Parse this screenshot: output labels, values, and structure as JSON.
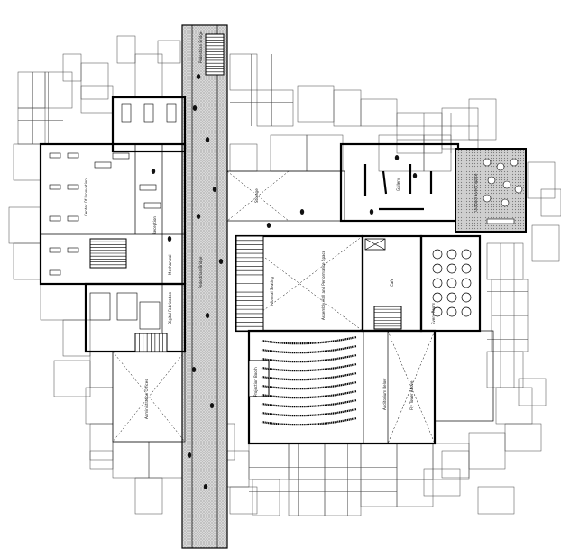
{
  "labels": {
    "pedestrian_bridge_upper": "Pedestrian Bridge",
    "pedestrian_bridge_main": "Pedestrian Bridge",
    "center_of_innovation": "Center Of Innovation",
    "reception": "Reception",
    "mechanical": "Mechanical",
    "digital_fabrication": "Digital Fabrication",
    "administration_offices": "Administration Offices",
    "assembly_hall": "Assembly Hall and Performance Space",
    "informal_seating": "Informal Seating",
    "gallery": "Gallery",
    "outdoor_event_space": "Outdoor Event Space",
    "event_room": "Event Room",
    "auditorium": "Auditorium Below",
    "fly_tower": "Fly Tower Above",
    "projection_booth": "Projection Booth",
    "storage": "Storage",
    "cafe": "Cafe"
  },
  "colors": {
    "line": "#000000",
    "grid": "#444444",
    "hatch": "#b5b5b5",
    "paper": "#ffffff"
  }
}
